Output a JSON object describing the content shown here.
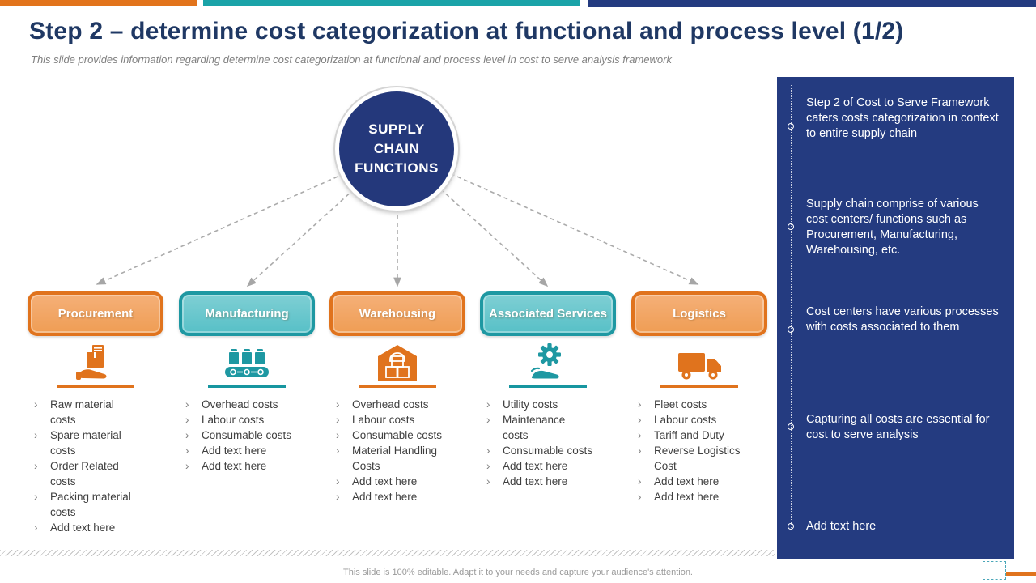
{
  "slide": {
    "title": "Step 2 – determine cost categorization at functional and process level (1/2)",
    "subtitle": "This slide provides information regarding determine cost categorization at functional and process level in cost to serve analysis framework",
    "footer": "This slide is 100% editable. Adapt it to your needs and capture your audience's attention."
  },
  "diagram": {
    "hub_label": "SUPPLY CHAIN FUNCTIONS",
    "bullet_char": "›",
    "columns": [
      {
        "label": "Procurement",
        "accent": "orange",
        "icon": "hand-box-icon",
        "items": [
          "Raw material costs",
          "Spare material costs",
          "Order Related costs",
          "Packing material costs",
          "Add text here"
        ]
      },
      {
        "label": "Manufacturing",
        "accent": "teal",
        "icon": "conveyor-icon",
        "items": [
          "Overhead costs",
          "Labour costs",
          "Consumable costs",
          "Add text here",
          "Add text here"
        ]
      },
      {
        "label": "Warehousing",
        "accent": "orange",
        "icon": "warehouse-icon",
        "items": [
          "Overhead costs",
          "Labour costs",
          "Consumable costs",
          "Material Handling Costs",
          "Add text here",
          "Add text here"
        ]
      },
      {
        "label": "Associated Services",
        "accent": "teal",
        "icon": "gear-hand-icon",
        "items": [
          "Utility costs",
          "Maintenance costs",
          "Consumable costs",
          "Add text here",
          "Add text here"
        ]
      },
      {
        "label": "Logistics",
        "accent": "orange",
        "icon": "truck-icon",
        "items": [
          "Fleet costs",
          "Labour costs",
          "Tariff and Duty",
          "Reverse Logistics Cost",
          "Add text here",
          "Add text here"
        ]
      }
    ]
  },
  "sidebar": {
    "items": [
      "Step 2 of Cost to Serve Framework caters costs categorization in context to entire supply chain",
      "Supply chain comprise of various cost centers/ functions such as Procurement, Manufacturing, Warehousing, etc.",
      "Cost centers have various processes with costs associated to them",
      "Capturing all costs are essential for cost to serve analysis",
      "Add text here"
    ]
  },
  "colors": {
    "orange": "#E0731D",
    "orange_light": "#F2A469",
    "teal": "#1E98A2",
    "teal_light": "#62C6CC",
    "navy": "#243B80",
    "title_navy": "#1F3864",
    "body_text": "#3F3F3F",
    "connector_gray": "#ABABAB"
  }
}
